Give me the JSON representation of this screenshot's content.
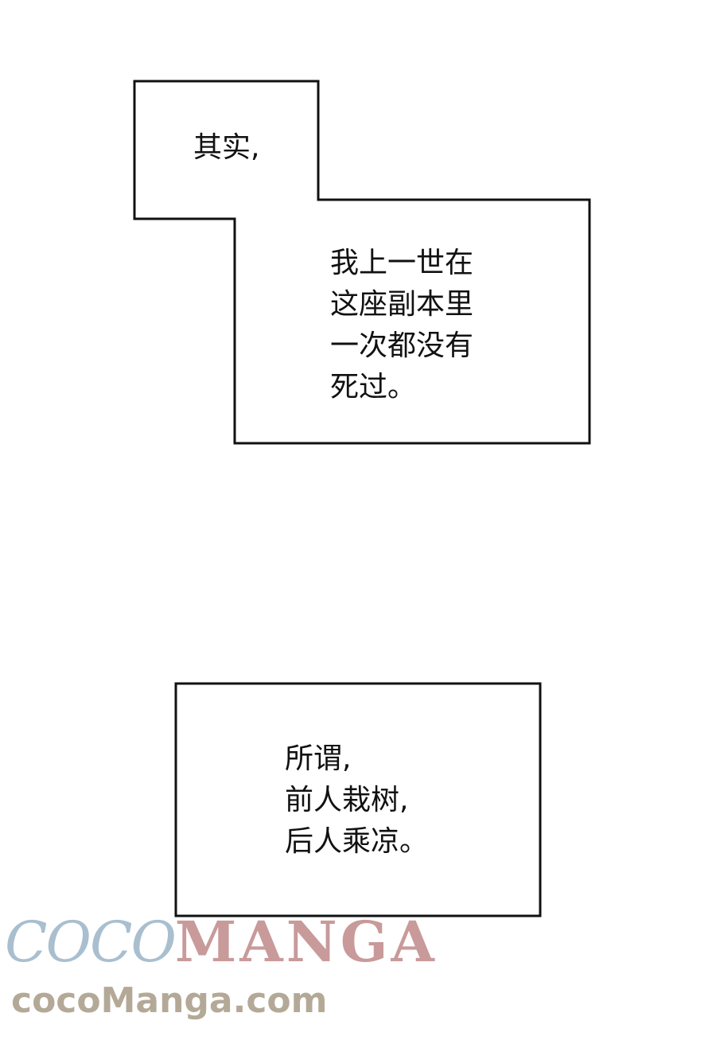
{
  "panel_top": {
    "caption_1": "其实,",
    "caption_2_lines": [
      "我上一世在",
      "这座副本里",
      "一次都没有",
      "死过。"
    ]
  },
  "panel_bottom": {
    "caption_lines": [
      "所谓,",
      "前人栽树,",
      "后人乘凉。"
    ]
  },
  "watermark": {
    "logo_part_1": "COCO",
    "logo_part_2": "MANGA",
    "url": "cocoManga.com"
  },
  "colors": {
    "background": "#ffffff",
    "border": "#111111",
    "text": "#111111",
    "watermark_blue": "#a9bfcf",
    "watermark_red": "#c99a9a",
    "watermark_url": "#a89b86"
  }
}
